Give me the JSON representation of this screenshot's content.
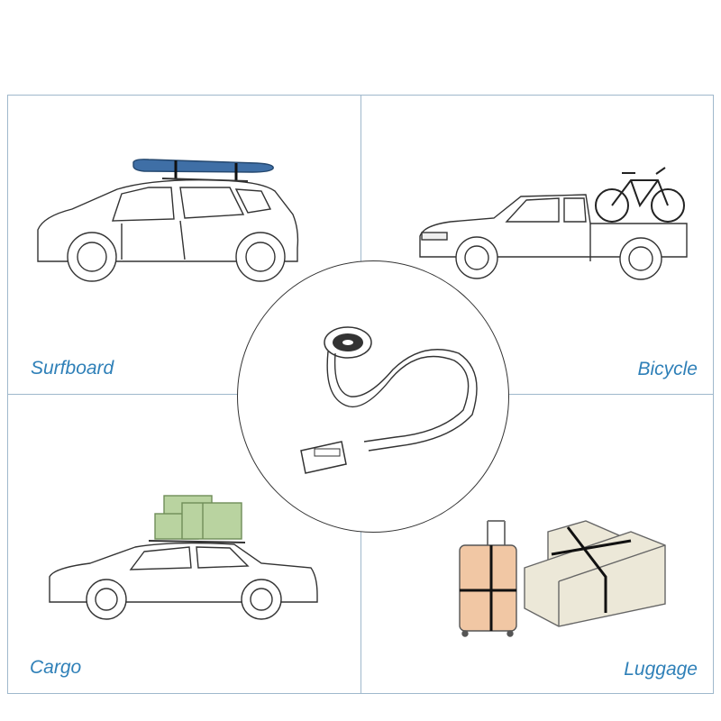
{
  "diagram": {
    "panels": [
      {
        "id": "surfboard",
        "label": "Surfboard"
      },
      {
        "id": "bicycle",
        "label": "Bicycle"
      },
      {
        "id": "cargo",
        "label": "Cargo"
      },
      {
        "id": "luggage",
        "label": "Luggage"
      }
    ],
    "colors": {
      "label": "#2f80b8",
      "divider": "#9fb8cc",
      "surfboard": "#3f6fa6",
      "cargo_box": "#b9d3a0",
      "suitcase": "#f1c7a4",
      "parcel": "#ece8d8",
      "line": "#333333"
    },
    "icons": [
      "suv-icon",
      "pickup-truck-icon",
      "bicycle-icon",
      "sedan-icon",
      "suitcase-icon",
      "parcel-icon",
      "strap-icon"
    ]
  }
}
